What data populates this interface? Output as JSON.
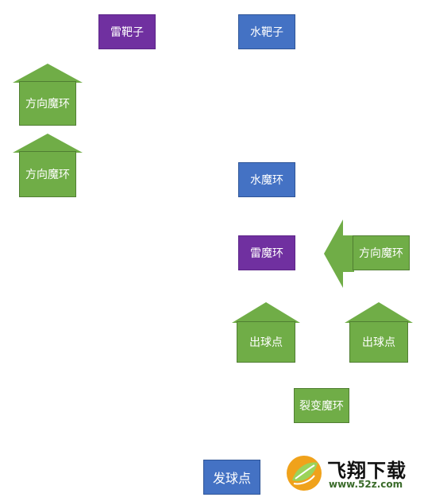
{
  "colors": {
    "thunder": "#7030a0",
    "water": "#4472c4",
    "direction": "#70ad47"
  },
  "nodes": {
    "thunder_target": "雷靶子",
    "water_target": "水靶子",
    "direction_ring_left_top": "方向魔环",
    "direction_ring_left_bottom": "方向魔环",
    "water_ring": "水魔环",
    "thunder_ring": "雷魔环",
    "direction_ring_right": "方向魔环",
    "ball_exit_left": "出球点",
    "ball_exit_right": "出球点",
    "fission_ring": "裂变魔环",
    "launch_point": "发球点"
  },
  "arrows": {
    "left_top": "up",
    "left_bottom": "up",
    "right_ring": "left",
    "exit_left": "up",
    "exit_right": "up"
  },
  "watermark": {
    "title": "飞翔下载",
    "url": "www.52z.com",
    "logo_icon": "leaf-logo-icon"
  }
}
